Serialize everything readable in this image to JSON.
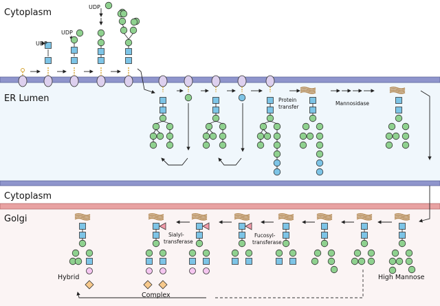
{
  "regions": {
    "cytoplasm_top": "Cytoplasm",
    "er_lumen": "ER Lumen",
    "cytoplasm_mid": "Cytoplasm",
    "golgi": "Golgi"
  },
  "sugar_labels": {
    "udp1": "UDP",
    "udp2": "UDP",
    "udp3": "UDP"
  },
  "steps": {
    "protein_transfer_1": "Protein",
    "protein_transfer_2": "transfer",
    "mannosidase": "Mannosidase",
    "fucosyl_1": "Fucosyl-",
    "fucosyl_2": "transferase",
    "sialyl_1": "Sialyl-",
    "sialyl_2": "transferase"
  },
  "glycan_types": {
    "high_mannose": "High Mannose",
    "complex": "Complex",
    "hybrid": "Hybrid"
  },
  "colors": {
    "membrane": "#8f95cc",
    "golgi_membrane": "#e8a2a2",
    "er_lumen_bg": "#f0f7fc",
    "golgi_bg": "#fbf4f4",
    "glcnac_square": "#7dc4e6",
    "mannose_circle": "#8fd18f",
    "glucose_circle": "#7dc4e6",
    "galactose_circle": "#f5c6f0",
    "sialic_diamond": "#f7c98c",
    "fucose_triangle": "#f29aa8"
  }
}
